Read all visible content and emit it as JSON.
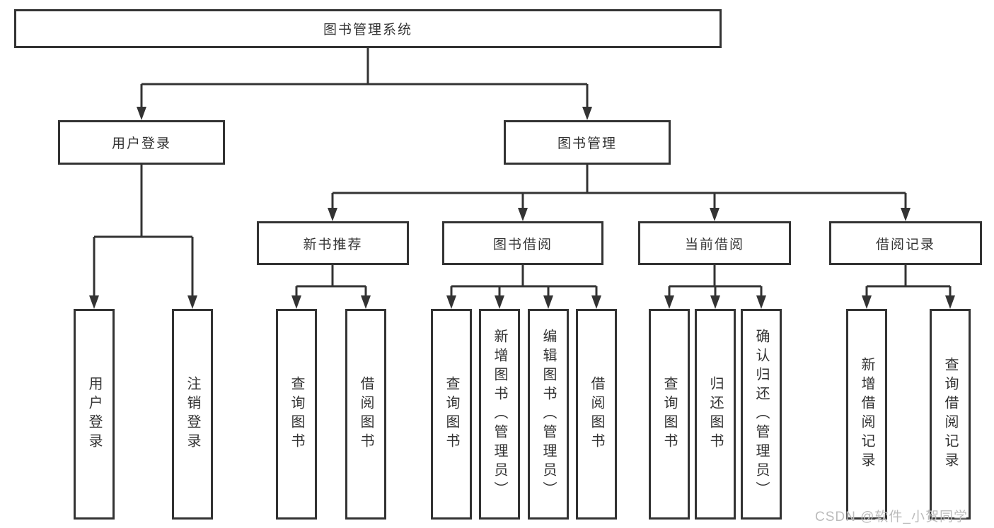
{
  "tree": {
    "label": "图书管理系统",
    "children": [
      {
        "label": "用户登录",
        "children": [
          {
            "label": "用户登录"
          },
          {
            "label": "注销登录"
          }
        ]
      },
      {
        "label": "图书管理",
        "children": [
          {
            "label": "新书推荐",
            "children": [
              {
                "label": "查询图书"
              },
              {
                "label": "借阅图书"
              }
            ]
          },
          {
            "label": "图书借阅",
            "children": [
              {
                "label": "查询图书"
              },
              {
                "label": "新增图书（管理员）"
              },
              {
                "label": "编辑图书（管理员）"
              },
              {
                "label": "借阅图书"
              }
            ]
          },
          {
            "label": "当前借阅",
            "children": [
              {
                "label": "查询图书"
              },
              {
                "label": "归还图书"
              },
              {
                "label": "确认归还（管理员）"
              }
            ]
          },
          {
            "label": "借阅记录",
            "children": [
              {
                "label": "新增借阅记录"
              },
              {
                "label": "查询借阅记录"
              }
            ]
          }
        ]
      }
    ]
  },
  "watermark": "CSDN @软件_小贺同学",
  "colors": {
    "line": "#333333",
    "box_border": "#333333",
    "text": "#333333",
    "watermark": "#bcbcbc",
    "background": "#ffffff"
  }
}
